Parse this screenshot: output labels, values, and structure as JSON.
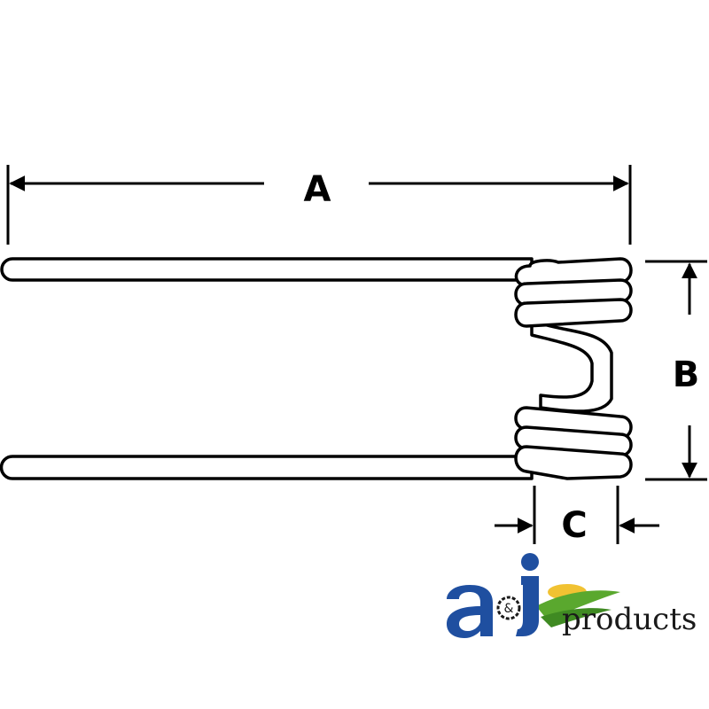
{
  "diagram": {
    "part": "spring tine",
    "dimensions": {
      "a_label": "A",
      "b_label": "B",
      "c_label": "C"
    }
  },
  "logo": {
    "text": "a&i products",
    "products_word": "products",
    "amp_symbol": "&",
    "colors": {
      "brand_blue": "#1f4fa0",
      "leaf_green": "#5aa82e",
      "sun_yellow": "#f1c232",
      "text_dark": "#1a1a1a"
    }
  },
  "colors": {
    "line": "#000000",
    "background": "#ffffff"
  }
}
